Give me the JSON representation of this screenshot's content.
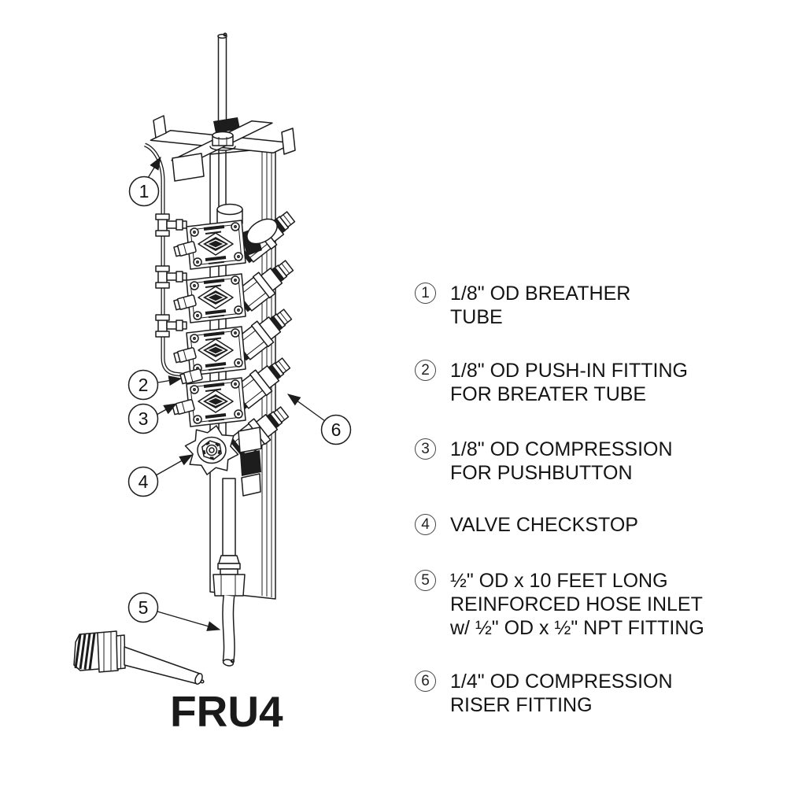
{
  "figure": {
    "label": "FRU4"
  },
  "callouts": [
    "1",
    "2",
    "3",
    "4",
    "5",
    "6"
  ],
  "legend": {
    "items": [
      {
        "num": "1",
        "line1": "1/8\" OD BREATHER",
        "line2": "TUBE"
      },
      {
        "num": "2",
        "line1": "1/8\" OD PUSH-IN FITTING",
        "line2": "FOR BREATER TUBE"
      },
      {
        "num": "3",
        "line1": "1/8\" OD COMPRESSION",
        "line2": "FOR PUSHBUTTON"
      },
      {
        "num": "4",
        "line1": "VALVE CHECKSTOP"
      },
      {
        "num": "5",
        "line1": "½\" OD x 10 FEET LONG",
        "line2": "REINFORCED HOSE INLET",
        "line3": "w/ ½\" OD x ½\" NPT FITTING"
      },
      {
        "num": "6",
        "line1": "1/4\" OD COMPRESSION",
        "line2": "RISER FITTING"
      }
    ]
  },
  "colors": {
    "line": "#1c1c1c",
    "text": "#111111",
    "background": "#ffffff"
  }
}
